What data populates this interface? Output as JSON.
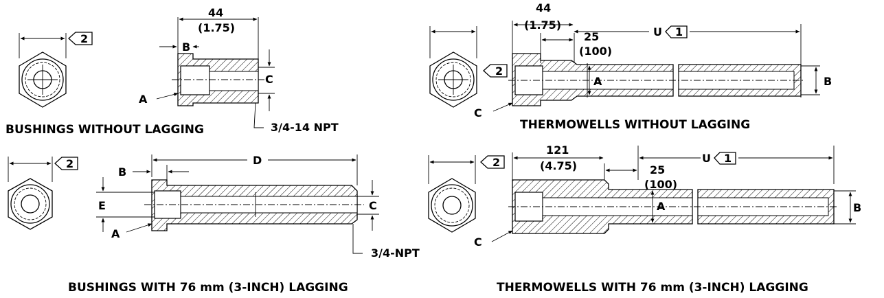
{
  "captions": {
    "bushings_no_lagging": "BUSHINGS WITHOUT LAGGING",
    "thermowells_no_lagging": "THERMOWELLS WITHOUT LAGGING",
    "bushings_lagging": "BUSHINGS WITH 76 mm (3-INCH) LAGGING",
    "thermowells_lagging": "THERMOWELLS WITH 76 mm (3-INCH) LAGGING"
  },
  "dimensions": {
    "d44": "44",
    "d175": "(1.75)",
    "d25": "25",
    "d100": "(100)",
    "d121": "121",
    "d475": "(4.75)",
    "note2": "2",
    "note1": "1"
  },
  "labels": {
    "A": "A",
    "B": "B",
    "C": "C",
    "D": "D",
    "E": "E",
    "U": "U",
    "npt_3_4_14": "3/4-14 NPT",
    "npt_3_4": "3/4-NPT"
  }
}
